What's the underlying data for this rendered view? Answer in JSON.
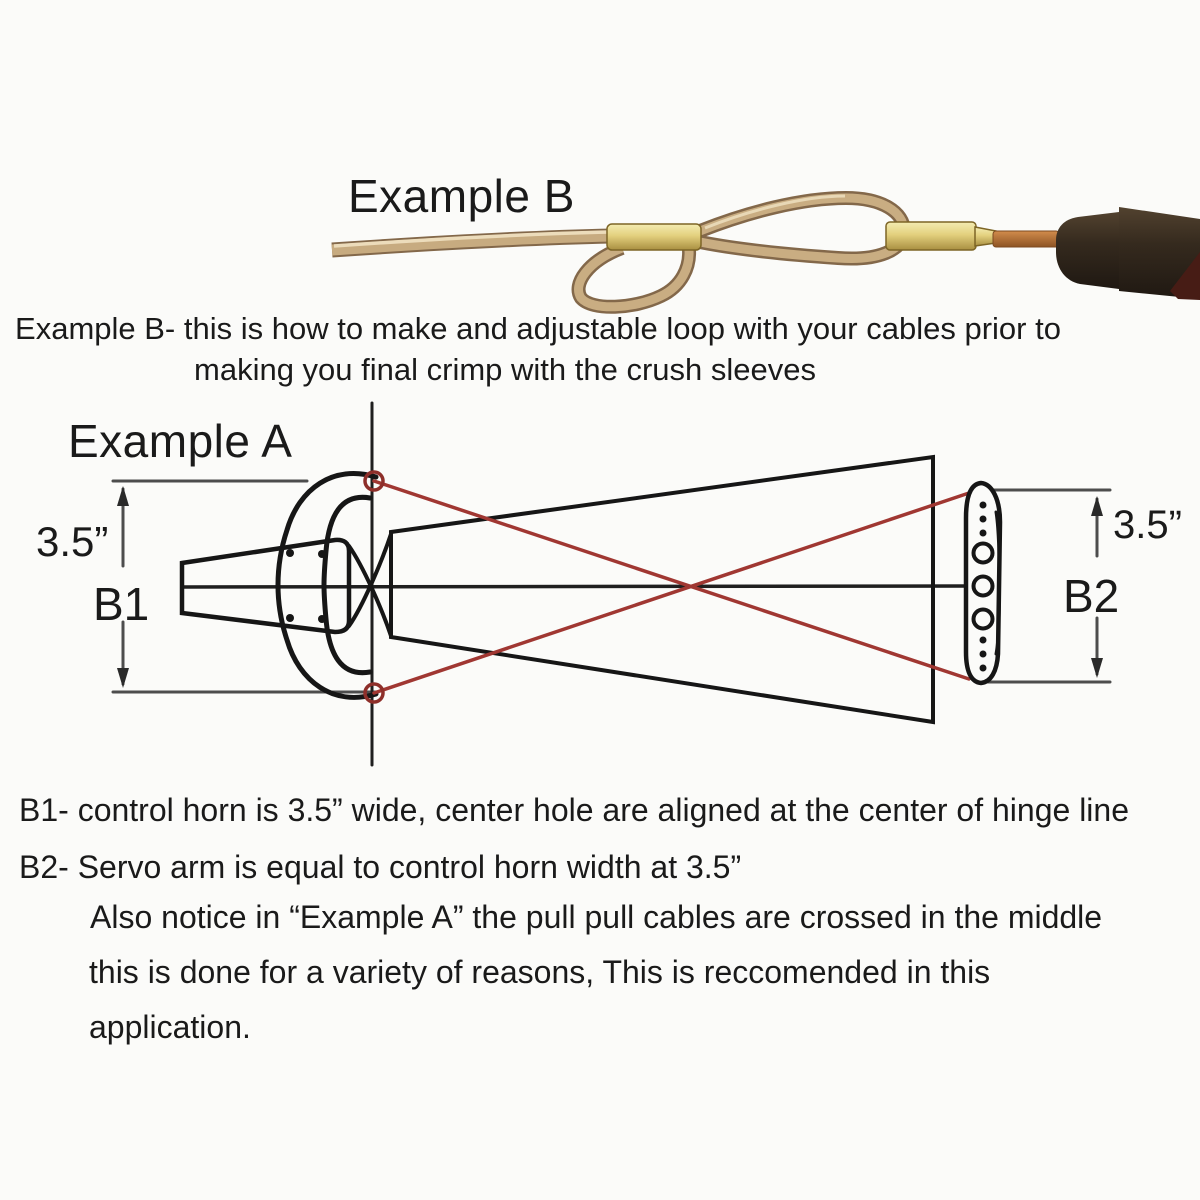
{
  "example_b": {
    "title": "Example B",
    "caption_line1": "Example B- this is how to make and adjustable loop with your cables prior to",
    "caption_line2": "making you final crimp with the crush sleeves",
    "photo_parts": {
      "cable": "steel-cable",
      "sleeve1": "crush-sleeve",
      "small_loop": "adjustable-loop",
      "big_loop": "end-loop",
      "sleeve2": "hex-crush-sleeve",
      "rod": "copper-rod",
      "tool": "tool-handle"
    },
    "photo_colors": {
      "cable": "#c7ab80",
      "cable_edge": "#83684a",
      "brass": "#d9c46f",
      "copper": "#b5713a",
      "tool": "#2e251b"
    }
  },
  "example_a": {
    "title": "Example A",
    "left_dim": "3.5”",
    "left_ref": "B1",
    "right_dim": "3.5”",
    "right_ref": "B2",
    "colors": {
      "drawing_line": "#1f1f1f",
      "dimension_line": "#4d4d4d",
      "cable_red": "#a03732"
    }
  },
  "notes": {
    "line1": "B1- control horn is 3.5” wide, center hole are aligned at the center of hinge line",
    "line2": "B2- Servo arm is equal to control horn width at 3.5”",
    "line3": "Also notice in “Example A” the pull pull cables are crossed in the middle",
    "line4": "this is done for a variety of reasons, This is reccomended in this",
    "line5": "application."
  }
}
